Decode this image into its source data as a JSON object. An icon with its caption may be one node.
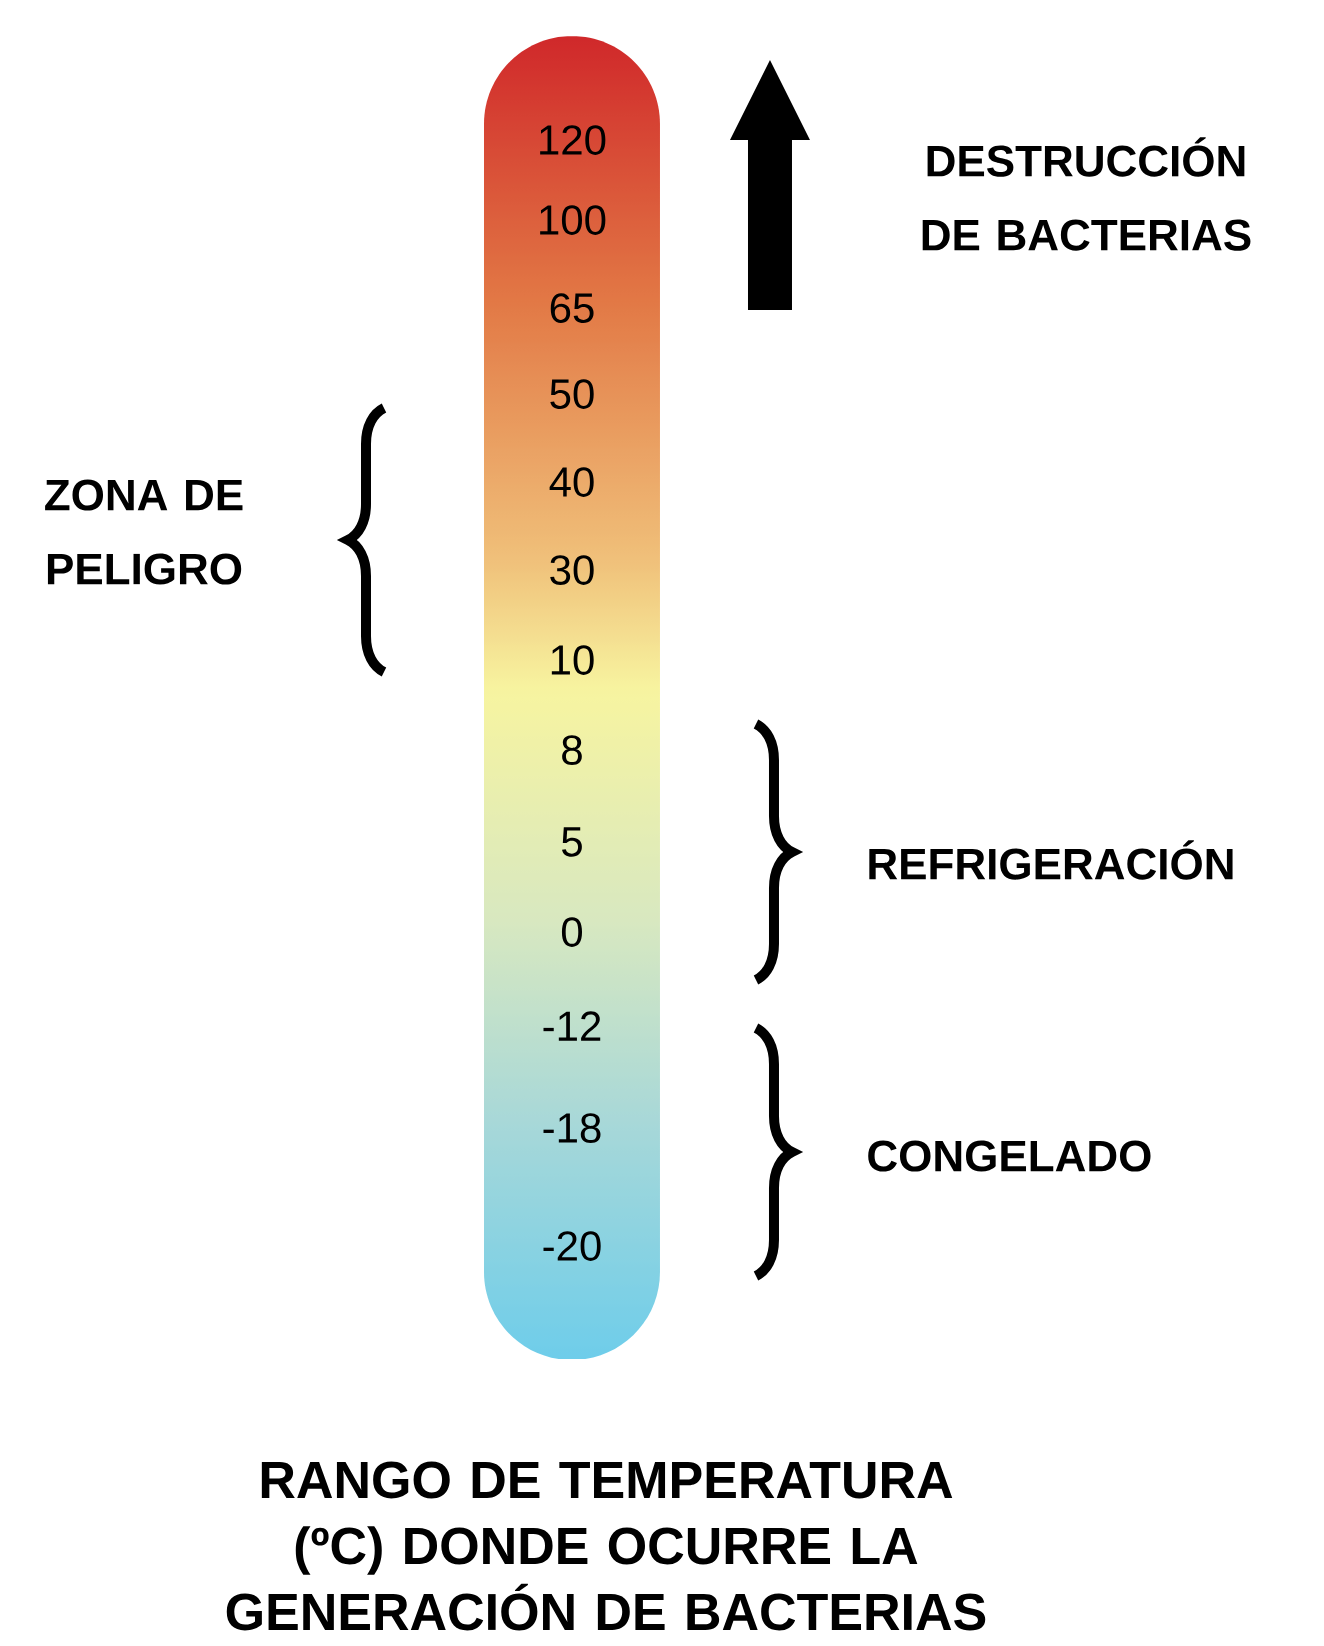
{
  "diagram": {
    "caption": "RANGO DE TEMPERATURA (ºC) DONDE OCURRE LA GENERACIÓN DE BACTERIAS",
    "labels": [
      "120",
      "100",
      "65",
      "50",
      "40",
      "30",
      "10",
      "8",
      "5",
      "0",
      "-12",
      "-18",
      "-20",
      "DESTRUCCIÓN DE BACTERIAS",
      "ZONA DE PELIGRO",
      "REFRIGERACIÓN",
      "CONGELADO"
    ]
  }
}
